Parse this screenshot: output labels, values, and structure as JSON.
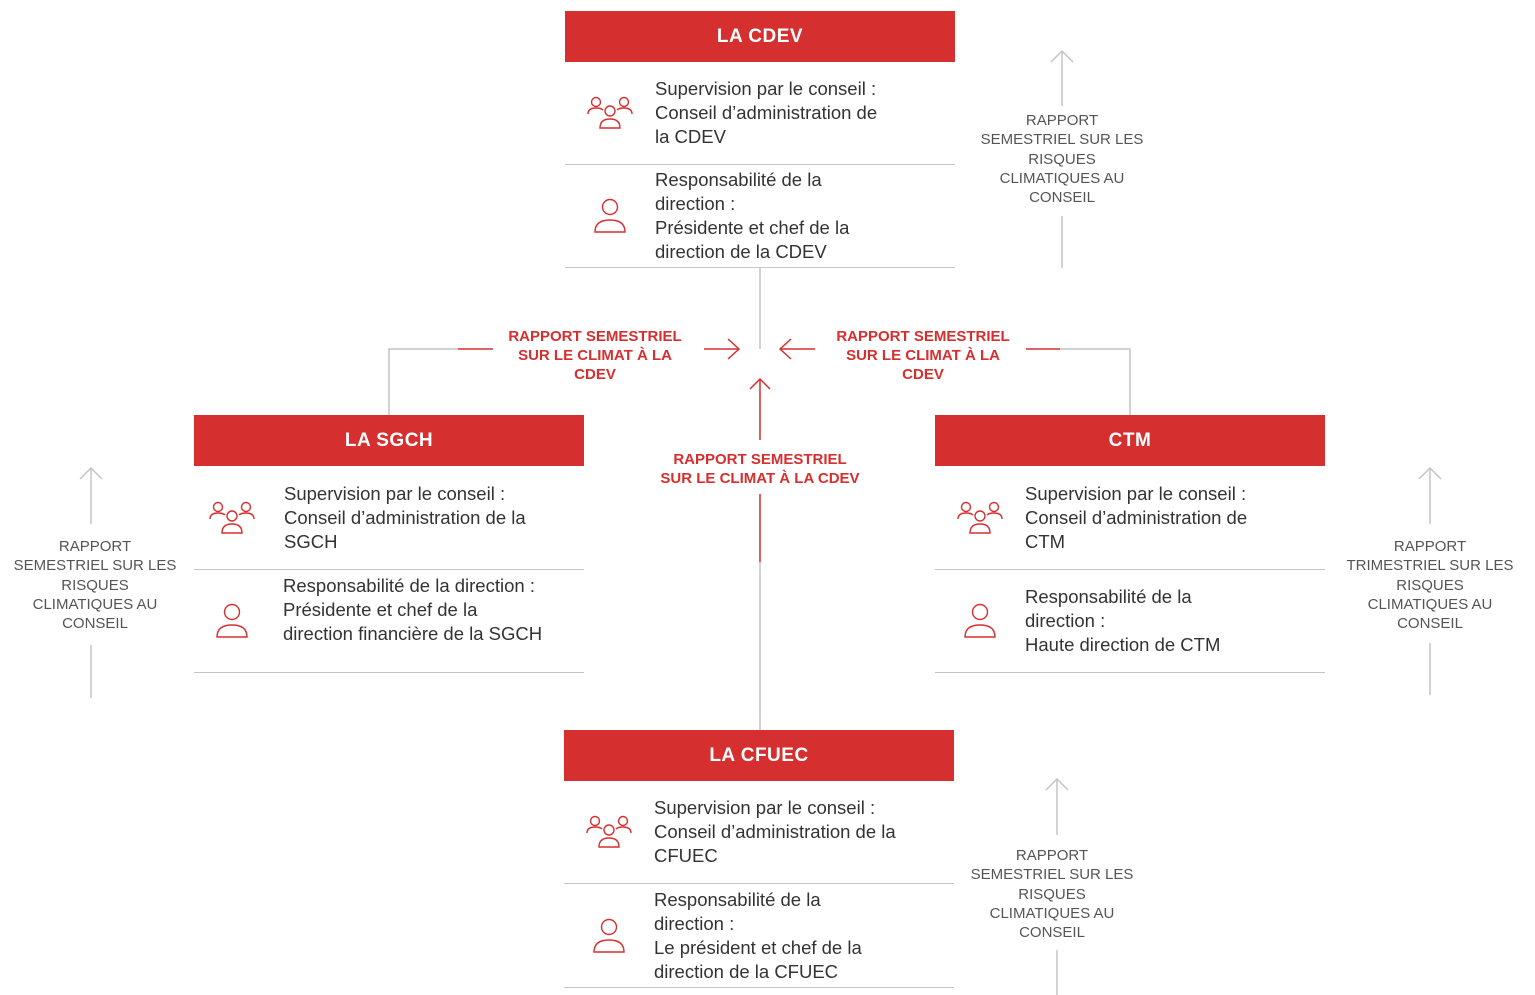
{
  "colors": {
    "accent": "#d62f2f",
    "line": "#c4c4c4",
    "text": "#333333"
  },
  "icons": {
    "board": "group-people-icon",
    "management": "person-icon"
  },
  "boxes": {
    "cdev": {
      "title": "LA CDEV",
      "board": [
        "Supervision par le conseil :",
        "Conseil d’administration de",
        "la CDEV"
      ],
      "mgmt": [
        "Responsabilité de la",
        "direction :",
        "Présidente et chef de la",
        "direction de la CDEV"
      ]
    },
    "sgch": {
      "title": "LA SGCH",
      "board": [
        "Supervision par le conseil :",
        "Conseil d’administration de la",
        "SGCH"
      ],
      "mgmt": [
        "Responsabilité de la direction :",
        "Présidente et chef de la",
        "direction financière de la SGCH"
      ]
    },
    "ctm": {
      "title": "CTM",
      "board": [
        "Supervision par le conseil :",
        "Conseil d’administration de",
        "CTM"
      ],
      "mgmt": [
        "Responsabilité de la",
        "direction :",
        "Haute direction de CTM"
      ]
    },
    "cfuec": {
      "title": "LA CFUEC",
      "board": [
        "Supervision par le conseil :",
        "Conseil d’administration de la",
        "CFUEC"
      ],
      "mgmt": [
        "Responsabilité de la",
        "direction :",
        "Le président et chef de la",
        "direction de la CFUEC"
      ]
    }
  },
  "side_labels": {
    "cdev": [
      "RAPPORT",
      "SEMESTRIEL SUR LES",
      "RISQUES",
      "CLIMATIQUES AU",
      "CONSEIL"
    ],
    "sgch": [
      "RAPPORT",
      "SEMESTRIEL SUR LES",
      "RISQUES",
      "CLIMATIQUES AU",
      "CONSEIL"
    ],
    "ctm": [
      "RAPPORT",
      "TRIMESTRIEL SUR LES",
      "RISQUES",
      "CLIMATIQUES AU",
      "CONSEIL"
    ],
    "cfuec": [
      "RAPPORT",
      "SEMESTRIEL SUR LES",
      "RISQUES",
      "CLIMATIQUES AU",
      "CONSEIL"
    ]
  },
  "flow_labels": {
    "left": [
      "RAPPORT SEMESTRIEL",
      "SUR LE CLIMAT À LA",
      "CDEV"
    ],
    "right": [
      "RAPPORT SEMESTRIEL",
      "SUR LE CLIMAT À LA",
      "CDEV"
    ],
    "center": [
      "RAPPORT SEMESTRIEL",
      "SUR LE CLIMAT À LA CDEV"
    ]
  }
}
